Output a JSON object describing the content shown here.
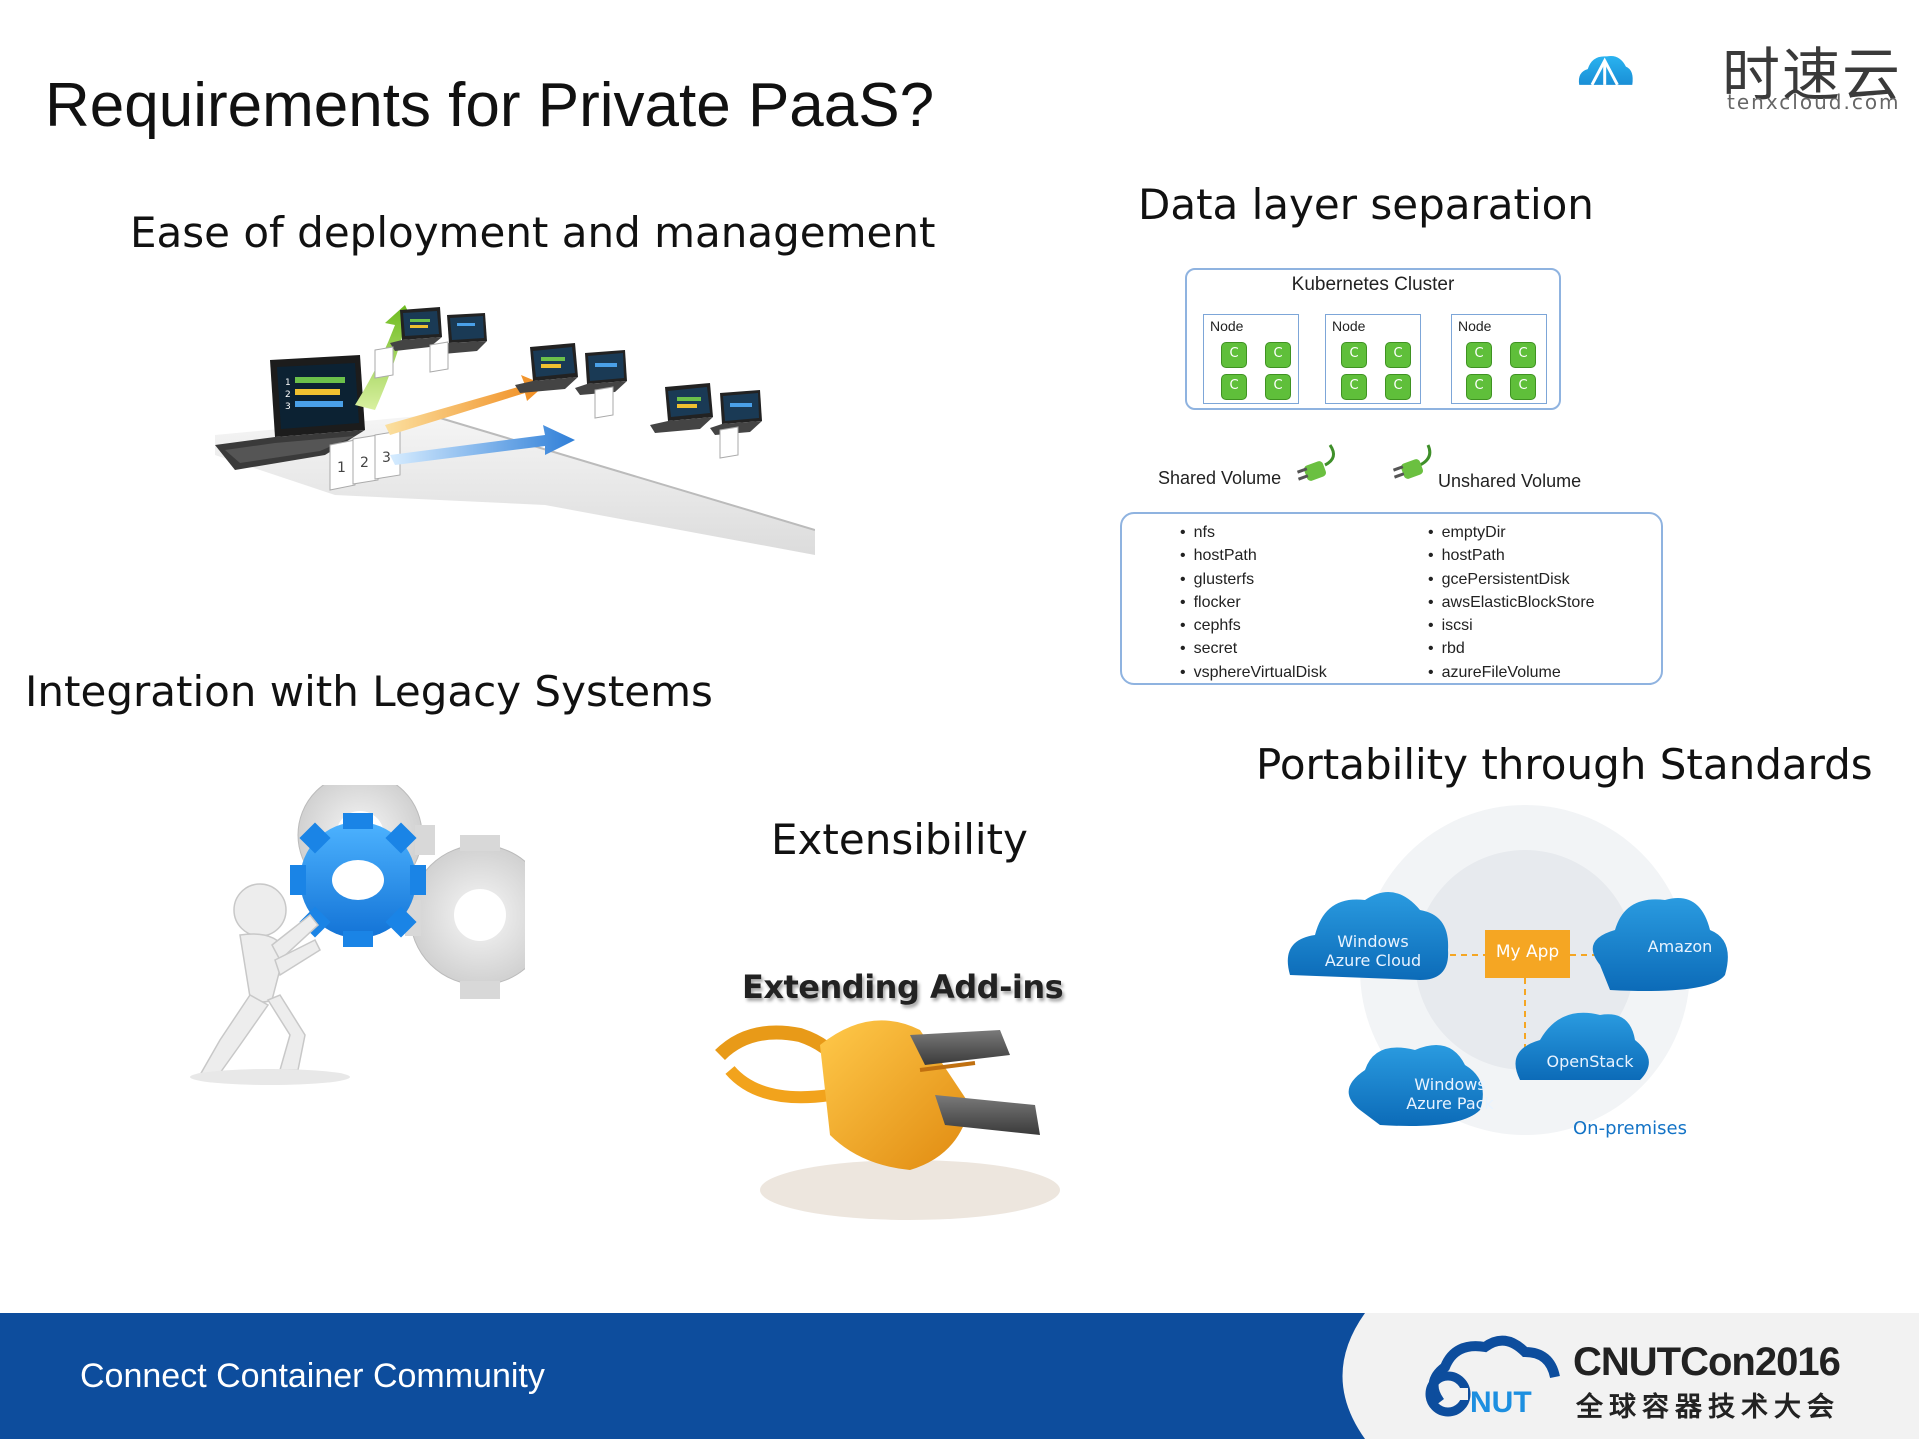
{
  "slide": {
    "title": "Requirements for Private PaaS?"
  },
  "logo": {
    "cn": "时速云",
    "en": "tenxcloud.com"
  },
  "sections": {
    "ease": "Ease of deployment and management",
    "data_layer": "Data layer separation",
    "integration": "Integration with Legacy Systems",
    "portability": "Portability through Standards",
    "extensibility": "Extensibility"
  },
  "k8s": {
    "cluster_title": "Kubernetes Cluster",
    "node_label": "Node",
    "pod_label": "C",
    "shared_label": "Shared Volume",
    "unshared_label": "Unshared Volume",
    "shared_items": [
      "nfs",
      "hostPath",
      "glusterfs",
      "flocker",
      "cephfs",
      "secret",
      "vsphereVirtualDisk"
    ],
    "unshared_items": [
      "emptyDir",
      "hostPath",
      "gcePersistentDisk",
      "awsElasticBlockStore",
      "iscsi",
      "rbd",
      "azureFileVolume"
    ]
  },
  "extensibility_image": {
    "caption": "Extending Add-ins"
  },
  "portability_diagram": {
    "windows_azure_cloud": [
      "Windows",
      "Azure Cloud"
    ],
    "my_app": "My App",
    "amazon": "Amazon",
    "openstack": "OpenStack",
    "windows_azure_pack": [
      "Windows",
      "Azure Pack"
    ],
    "on_premises": "On-premises"
  },
  "laptops": {
    "doc_numbers": [
      "1",
      "2",
      "3"
    ]
  },
  "footer": {
    "tagline": "Connect Container Community",
    "conf_name": "CNUTCon2016",
    "conf_sub": "全球容器技术大会",
    "cnut_logo": "NUT"
  },
  "colors": {
    "footer_blue": "#0d4d9d",
    "accent_blue": "#1d8fe0",
    "pod_green": "#5fbf3a",
    "plug_orange": "#f2a31c",
    "my_app_orange": "#f5a623"
  },
  "icons": [
    "tenxcloud-logo-icon",
    "laptops-illustration",
    "gear-person-illustration",
    "plug-illustration",
    "cloud-diagram",
    "plug-connector-icon",
    "cnut-logo-icon"
  ]
}
